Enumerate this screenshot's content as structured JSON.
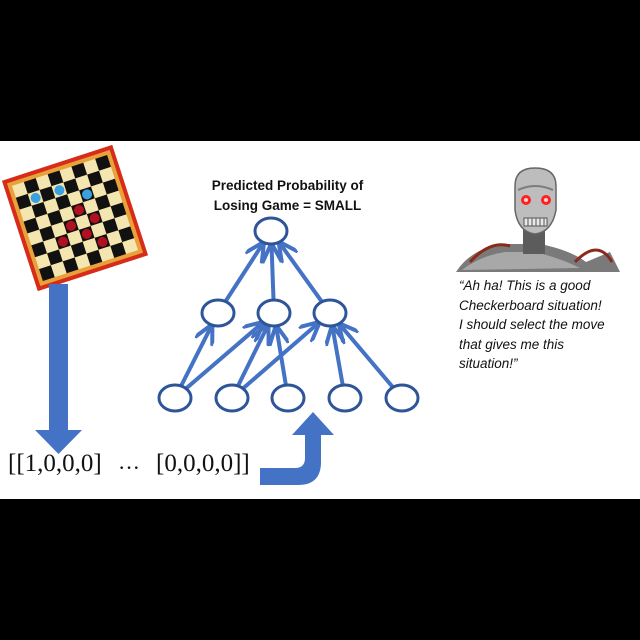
{
  "title": "Predicted Probability of Losing Game = SMALL",
  "title_lines": [
    "Predicted Probability of",
    "Losing Game = SMALL"
  ],
  "quote_lines": [
    "“Ah ha! This is a good",
    "Checkerboard situation!",
    "I should select the move",
    "that gives me this",
    "situation!”"
  ],
  "vector_first": "[[1,0,0,0]",
  "vector_dots": "···",
  "vector_last": "[0,0,0,0]]",
  "network": {
    "layers": [
      1,
      3,
      5
    ]
  },
  "colors": {
    "node_stroke": "#2e5597",
    "arrow": "#4472c4",
    "board_frame": "#d62d1a",
    "board_light": "#f3e6b0",
    "board_dark": "#111111",
    "piece_red": "#b01020",
    "piece_blue": "#3aa0e0",
    "robot_eye": "#ff2020"
  },
  "icons": {
    "board": "checkerboard-icon",
    "robot": "robot-skull-icon"
  }
}
